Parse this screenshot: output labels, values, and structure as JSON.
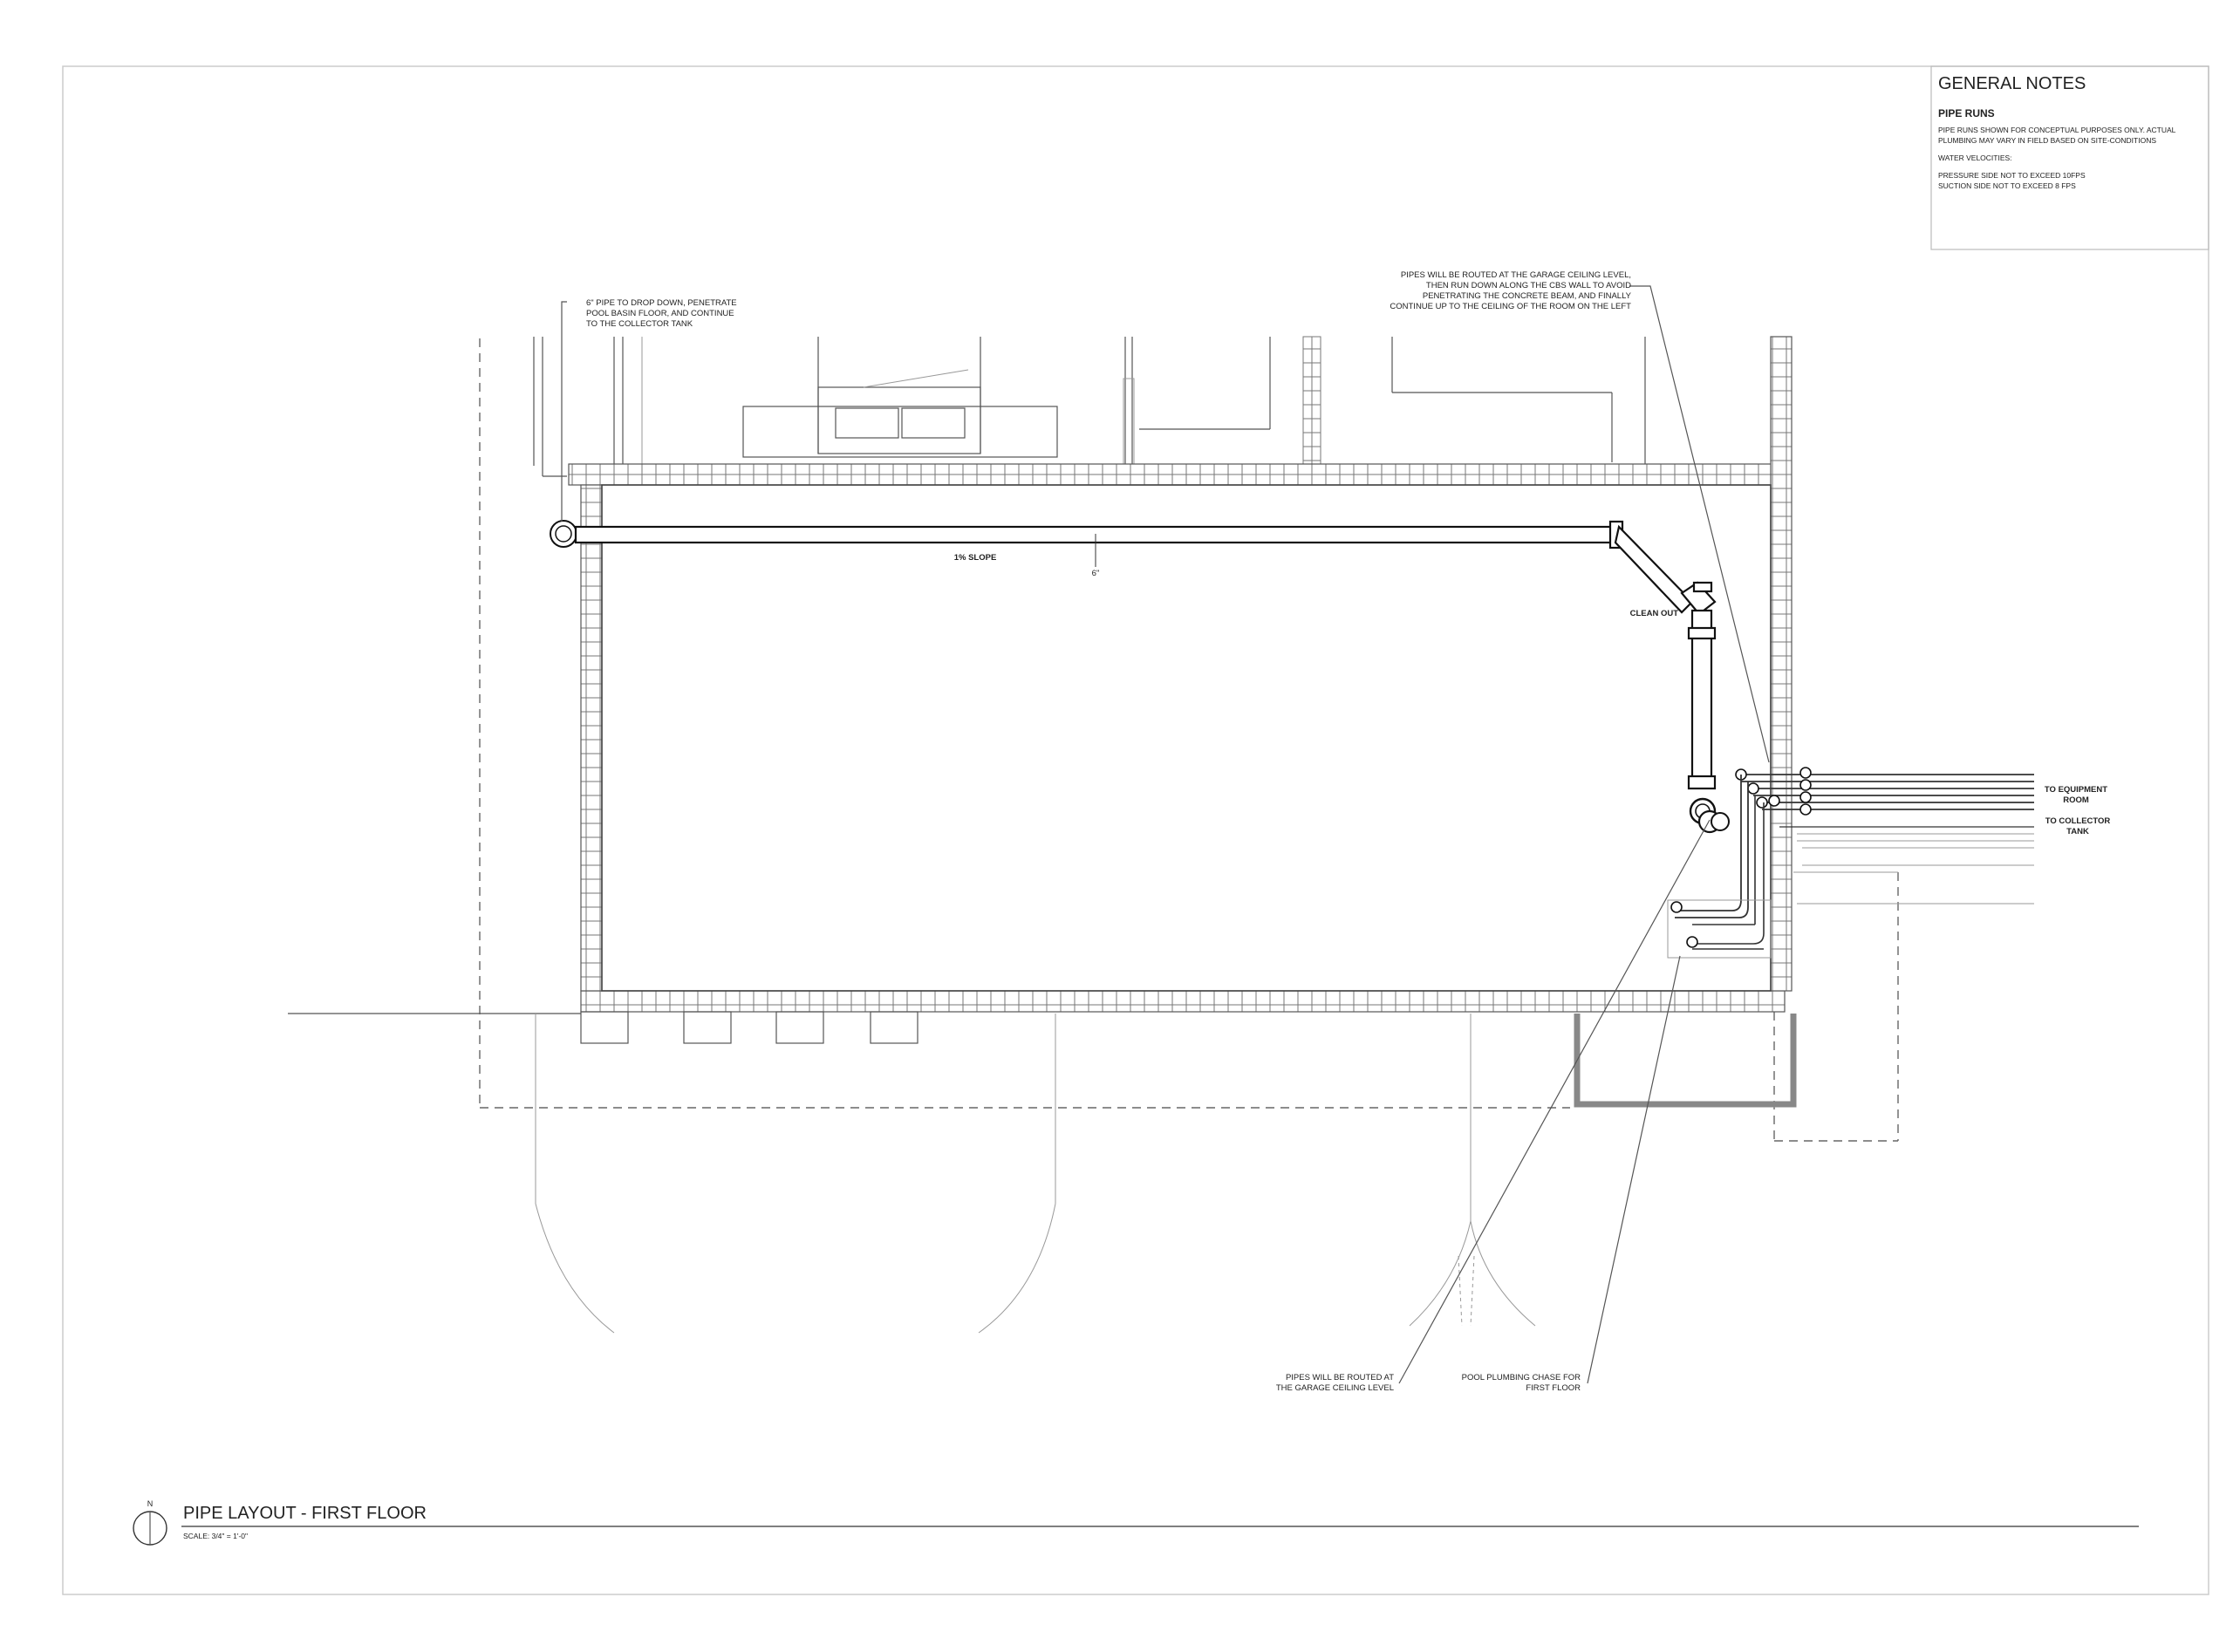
{
  "general_notes": {
    "title": "GENERAL NOTES",
    "subtitle": "PIPE RUNS",
    "lines": [
      "PIPE RUNS SHOWN FOR CONCEPTUAL PURPOSES ONLY. ACTUAL",
      "PLUMBING MAY VARY IN FIELD BASED ON SITE-CONDITIONS",
      "",
      "WATER VELOCITIES:",
      "",
      "PRESSURE SIDE NOT TO EXCEED 10FPS",
      "SUCTION SIDE NOT TO EXCEED 8 FPS"
    ]
  },
  "callouts": {
    "drop_down": [
      "6\" PIPE TO DROP DOWN, PENETRATE",
      "POOL BASIN FLOOR, AND CONTINUE",
      "TO THE COLLECTOR TANK"
    ],
    "garage_route": [
      "PIPES WILL BE ROUTED AT THE GARAGE CEILING LEVEL,",
      "THEN RUN DOWN ALONG THE CBS WALL TO AVOID",
      "PENETRATING THE CONCRETE BEAM, AND FINALLY",
      "CONTINUE UP TO THE CEILING OF THE ROOM ON THE LEFT"
    ],
    "garage_ceiling": [
      "PIPES WILL BE ROUTED AT",
      "THE GARAGE CEILING LEVEL"
    ],
    "chase": [
      "POOL PLUMBING CHASE FOR",
      "FIRST FLOOR"
    ],
    "slope": "1% SLOPE",
    "pipe_size": "6\"",
    "clean_out": "CLEAN OUT",
    "to_equipment": [
      "TO EQUIPMENT",
      "ROOM"
    ],
    "to_collector": [
      "TO COLLECTOR",
      "TANK"
    ]
  },
  "title_block": {
    "north": "N",
    "title": "PIPE LAYOUT - FIRST FLOOR",
    "scale": "SCALE: 3/4\" = 1'-0\""
  }
}
